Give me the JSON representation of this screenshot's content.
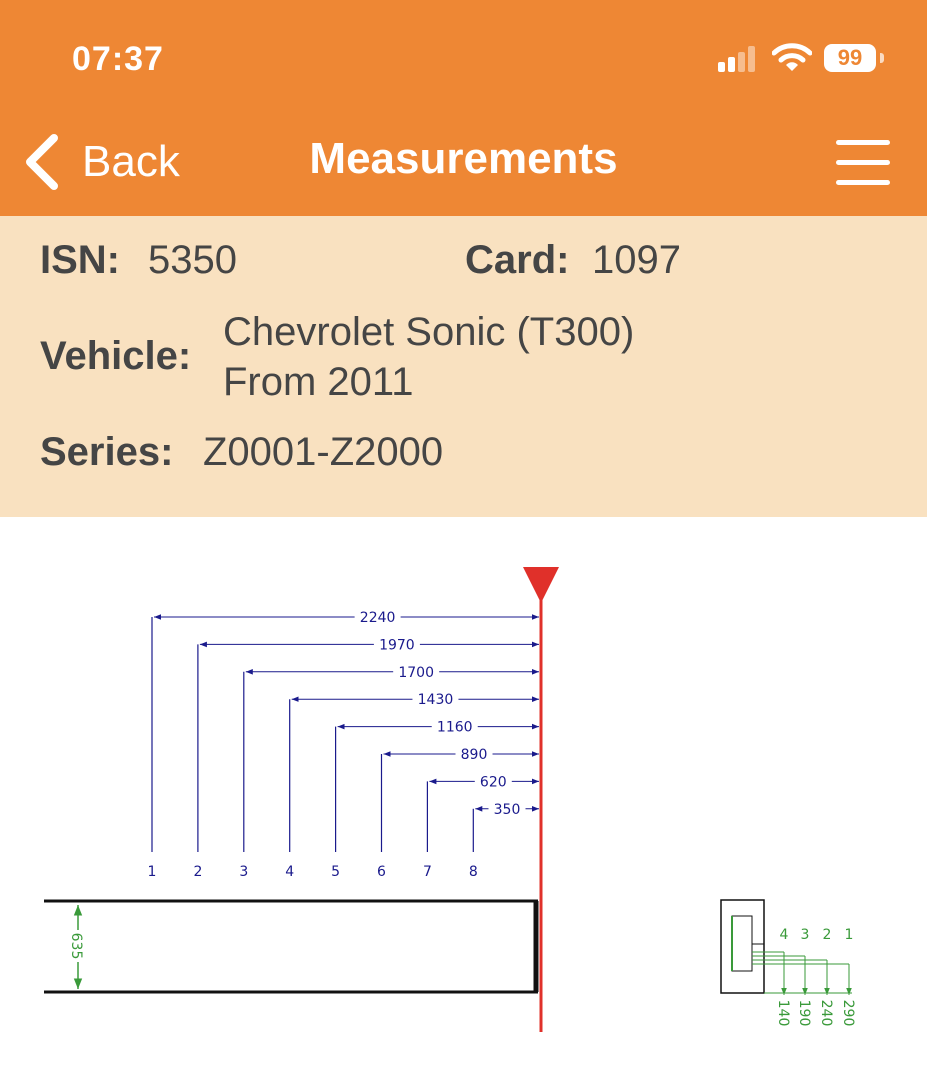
{
  "status": {
    "time": "07:37",
    "battery": "99"
  },
  "nav": {
    "back_label": "Back",
    "title": "Measurements"
  },
  "info": {
    "isn_label": "ISN:",
    "isn_value": "5350",
    "card_label": "Card:",
    "card_value": "1097",
    "vehicle_label": "Vehicle:",
    "vehicle_line1": "Chevrolet Sonic (T300)",
    "vehicle_line2": "From 2011",
    "series_label": "Series:",
    "series_value": "Z0001-Z2000"
  },
  "diagram": {
    "dimensions": [
      "2240",
      "1970",
      "1700",
      "1430",
      "1160",
      "890",
      "620",
      "350"
    ],
    "cut_positions": [
      "1",
      "2",
      "3",
      "4",
      "5",
      "6",
      "7",
      "8"
    ],
    "blade_height": "635",
    "depth_numbers": [
      "4",
      "3",
      "2",
      "1"
    ],
    "depth_values": [
      "140",
      "190",
      "240",
      "290"
    ],
    "colors": {
      "dimension": "#1a1a8c",
      "stop_line": "#e0302a",
      "depth": "#3a9a3a",
      "header": "#ee8734",
      "info_bg": "#f9e1c0"
    }
  }
}
